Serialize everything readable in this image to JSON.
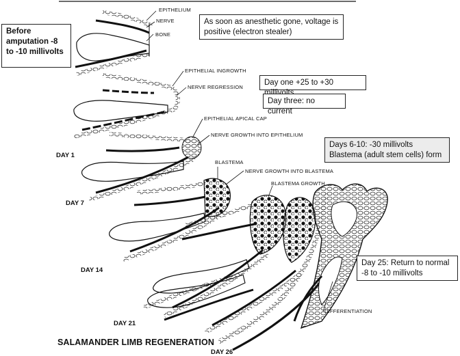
{
  "title": "SALAMANDER LIMB REGENERATION",
  "stage_labels": {
    "epithelium": "EPITHELIUM",
    "nerve": "NERVE",
    "bone": "BONE",
    "epithelial_ingrowth": "EPITHELIAL INGROWTH",
    "nerve_regression": "NERVE REGRESSION",
    "epithelial_apical_cap": "EPITHELIAL APICAL CAP",
    "nerve_growth_into_epithelium": "NERVE GROWTH INTO EPITHELIUM",
    "blastema": "BLASTEMA",
    "nerve_growth_into_blastema": "NERVE GROWTH INTO BLASTEMA",
    "blastema_growth": "BLASTEMA GROWTH",
    "differentiation": "DIFFERENTIATION"
  },
  "days": {
    "day1": "DAY 1",
    "day7": "DAY 7",
    "day14": "DAY 14",
    "day21": "DAY 21",
    "day26": "DAY 26"
  },
  "annotations": {
    "before": "Before amputation -8 to -10 millivolts",
    "anesthetic": "As soon as anesthetic gone, voltage is positive (electron stealer)",
    "day_one": "Day one +25 to +30 millivolts",
    "day_three": "Day three:  no current",
    "days_6_10_line1": "Days 6-10:  -30 millivolts",
    "days_6_10_line2": "Blastema (adult stem cells) form",
    "day_25_line1": "Day 25:  Return to normal",
    "day_25_line2": "-8 to -10 millivolts"
  }
}
